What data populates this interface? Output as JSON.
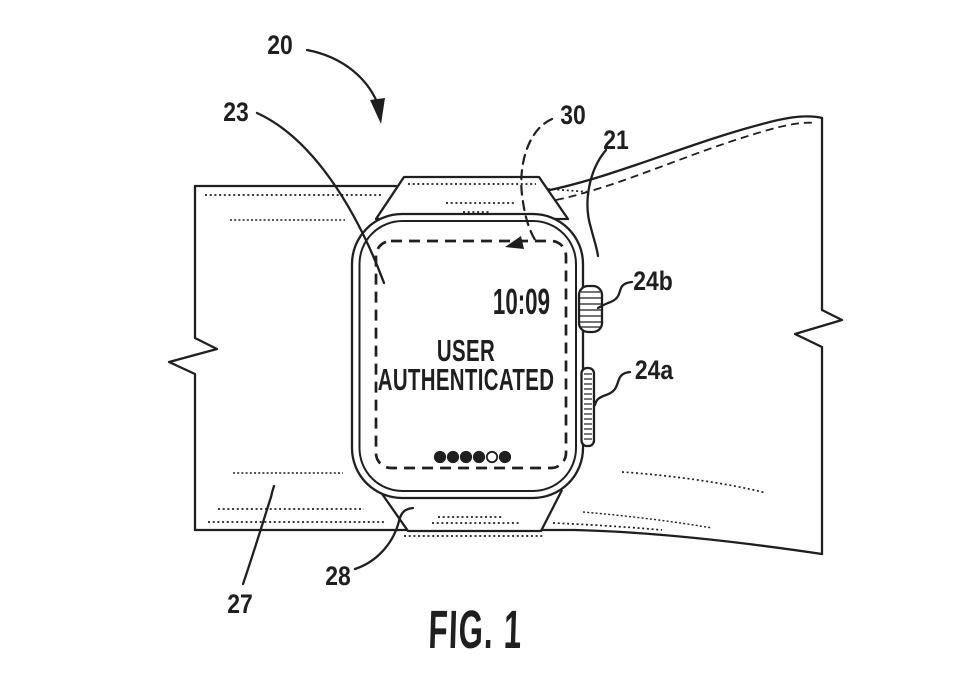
{
  "theme": {
    "ink": "#1f1f1f",
    "paper": "#ffffff"
  },
  "figure": {
    "caption": "FIG. 1",
    "description": "Patent line drawing of a wrist-worn smartwatch showing an authentication screen",
    "screen": {
      "time": "10:09",
      "status_line1": "USER",
      "status_line2": "AUTHENTICATED",
      "page_dots": {
        "count": 6,
        "pattern": [
          "filled",
          "filled",
          "filled",
          "filled",
          "open",
          "filled"
        ]
      }
    },
    "labels": {
      "r20": "20",
      "r23": "23",
      "r30": "30",
      "r21": "21",
      "r24b": "24b",
      "r24a": "24a",
      "r27": "27",
      "r28": "28"
    }
  }
}
